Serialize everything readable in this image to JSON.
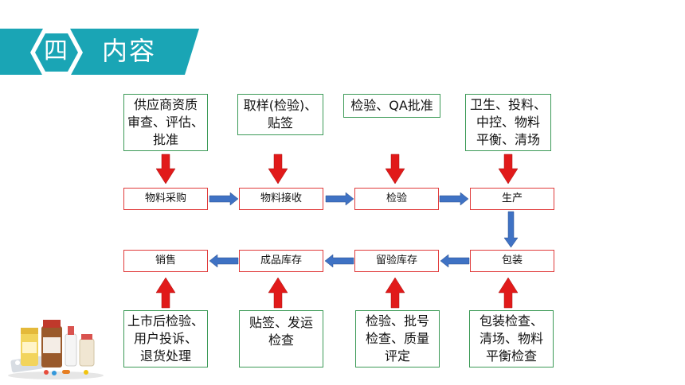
{
  "section": {
    "number": "四",
    "title": "内容"
  },
  "colors": {
    "banner": "#1aa5b5",
    "green_border": "#3c9a57",
    "red_border": "#e03b3b",
    "red_arrow": "#e11a1a",
    "blue_arrow": "#3f72c4"
  },
  "requirements_top": [
    "供应商资质\n审查、评估、\n批准",
    "取样(检验)、\n贴签",
    "检验、QA批准",
    "卫生、投料、\n中控、物料\n平衡、清场"
  ],
  "steps_top": [
    "物料采购",
    "物料接收",
    "检验",
    "生产"
  ],
  "steps_bottom": [
    "销售",
    "成品库存",
    "留验库存",
    "包装"
  ],
  "requirements_bottom": [
    "上市后检验、\n用户投诉、\n退货处理",
    "贴签、发运\n检查",
    "检验、批号\n检查、质量\n评定",
    "包装检查、\n清场、物料\n平衡检查"
  ]
}
